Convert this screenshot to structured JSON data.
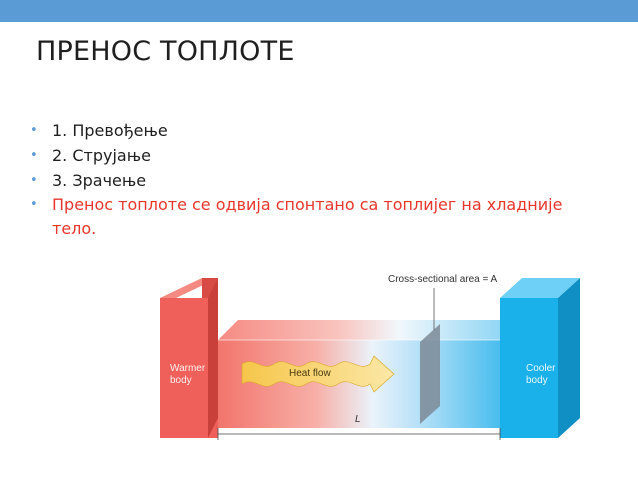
{
  "slide": {
    "title": "ПРЕНОС ТОПЛОТЕ",
    "bullets": [
      "1. Превођење",
      "2. Струјање",
      "3. Зрачење",
      "Пренос топлоте се одвија спонтано са топлијег на хладније тело."
    ],
    "bullet_marker": "•"
  },
  "diagram": {
    "warmer_label": "Warmer body",
    "warmer_label_line1": "Warmer",
    "warmer_label_line2": "body",
    "cooler_label_line1": "Cooler",
    "cooler_label_line2": "body",
    "flow_label": "Heat flow",
    "area_label": "Cross-sectional area = A",
    "length_label": "L"
  },
  "colors": {
    "accent_bar": "#5b9bd5",
    "bullet_red": "#e8362c",
    "warm": "#f0605a",
    "cool": "#1ab0ea"
  }
}
